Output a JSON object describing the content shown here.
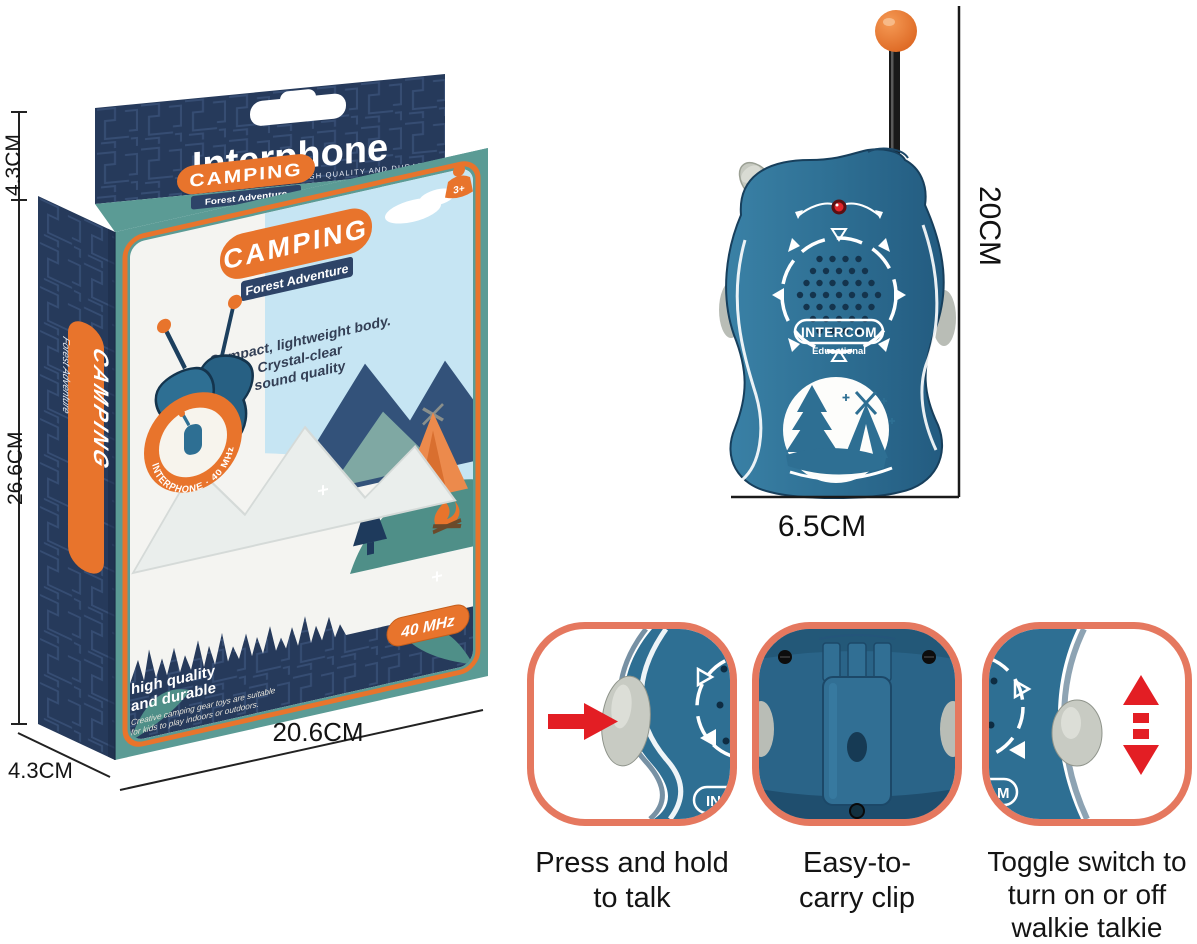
{
  "brand": {
    "name": "Interphone",
    "tagline": "HIGH QUALITY AND DURABLE"
  },
  "box": {
    "front": {
      "title": "CAMPING",
      "subtitle": "Forest Adventure",
      "desc1": "Compact, lightweight body.",
      "desc2": "Crystal-clear",
      "desc3": "sound quality",
      "badge": "INTERPHONE · 40 MHz",
      "age": "3+",
      "freq": "40 MHz",
      "quality1": "high quality",
      "quality2": "and durable",
      "note1": "Creative camping gear toys are suitable",
      "note2": "for kids to play indoors or outdoors."
    },
    "top_flap": {
      "title": "CAMPING",
      "subtitle": "Forest Adventure"
    },
    "side": {
      "title": "CAMPING",
      "subtitle": "Forest Adventure"
    }
  },
  "dimensions": {
    "flap_height": "4.3CM",
    "box_height": "26.6CM",
    "box_width": "20.6CM",
    "box_depth": "4.3CM",
    "product_height": "20CM",
    "product_width": "6.5CM"
  },
  "product": {
    "label": "INTERCOM",
    "sublabel": "Educational",
    "partial_label_left": "IN",
    "partial_label_right": "M"
  },
  "callouts": [
    {
      "lines": [
        "Press and hold",
        "to talk",
        ""
      ]
    },
    {
      "lines": [
        "Easy-to-",
        "carry clip",
        ""
      ]
    },
    {
      "lines": [
        "Toggle switch to",
        "turn on or off",
        "walkie talkie"
      ]
    }
  ],
  "colors": {
    "navy": "#263A5B",
    "teal_frame": "#5B9B95",
    "orange": "#E8742C",
    "banner_navy": "#2E4468",
    "product_blue": "#2E6F93",
    "red_arrow": "#E31E24",
    "callout_border": "#E5785F",
    "grey_button": "#B9BDB6",
    "sky": "#C6E5F3"
  }
}
